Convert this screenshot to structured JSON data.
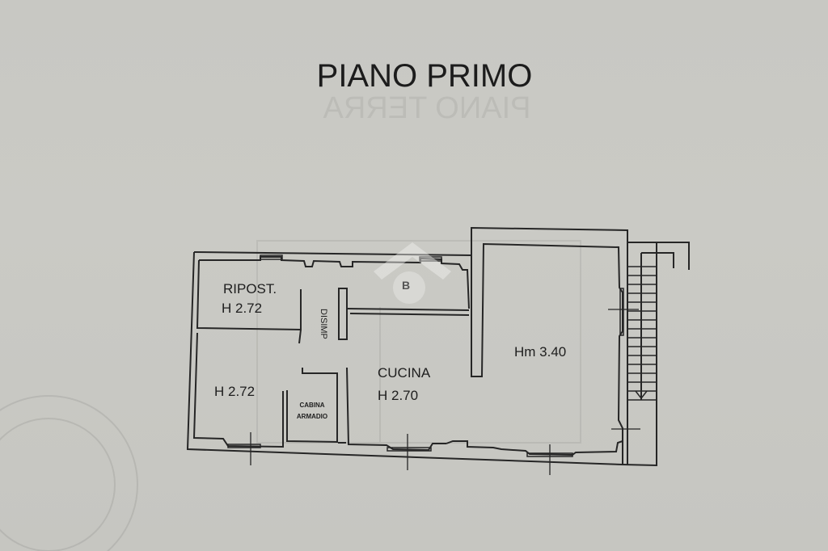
{
  "title": "PIANO PRIMO",
  "ghost_title": "PIANO TERRA",
  "rooms": [
    {
      "name": "RIPOST.",
      "height": "H 2.72"
    },
    {
      "name": "",
      "height": "H 2.72"
    },
    {
      "name": "CUCINA",
      "height": "H 2.70"
    },
    {
      "name": "",
      "height": "Hm 3.40"
    }
  ],
  "labels": {
    "disimp": "DISIMP",
    "cabina_line1": "CABINA",
    "cabina_line2": "ARMADIO"
  },
  "watermark": {
    "letter": "B",
    "icon": "house-logo-icon"
  },
  "stamp": {
    "icon": "circular-stamp-icon"
  },
  "colors": {
    "paper": "#c9c9c4",
    "ink": "#1e1e1e"
  }
}
